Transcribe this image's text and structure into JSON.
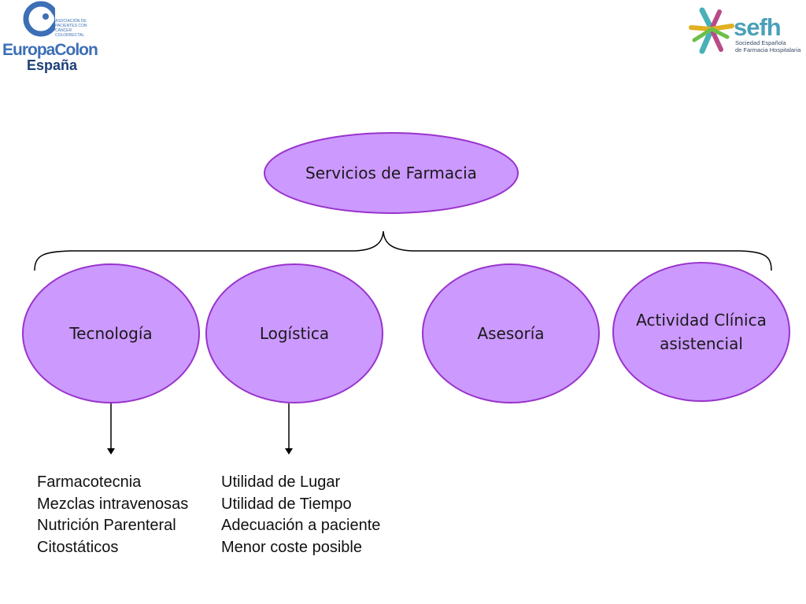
{
  "logos": {
    "left": {
      "word": "EuropaColon",
      "sub": "España",
      "tiny": "ASOCIACIÓN DE PACIENTES CON CÁNCER COLORRECTAL"
    },
    "right": {
      "name": "sefh",
      "desc_line1": "Sociedad Española",
      "desc_line2": "de Farmacia Hospitalaria"
    }
  },
  "colors": {
    "node_fill": "#cc99ff",
    "node_stroke": "#9933cc",
    "line": "#000000"
  },
  "root": {
    "label": "Servicios de Farmacia"
  },
  "children": [
    {
      "label": "Tecnología"
    },
    {
      "label": "Logística"
    },
    {
      "label": "Asesoría"
    },
    {
      "label_line1": "Actividad Clínica",
      "label_line2": "asistencial"
    }
  ],
  "lists": {
    "tecnologia": [
      "Farmacotecnia",
      "Mezclas intravenosas",
      "Nutrición Parenteral",
      "Citostáticos"
    ],
    "logistica": [
      "Utilidad de Lugar",
      "Utilidad de Tiempo",
      "Adecuación a paciente",
      "Menor coste posible"
    ]
  }
}
